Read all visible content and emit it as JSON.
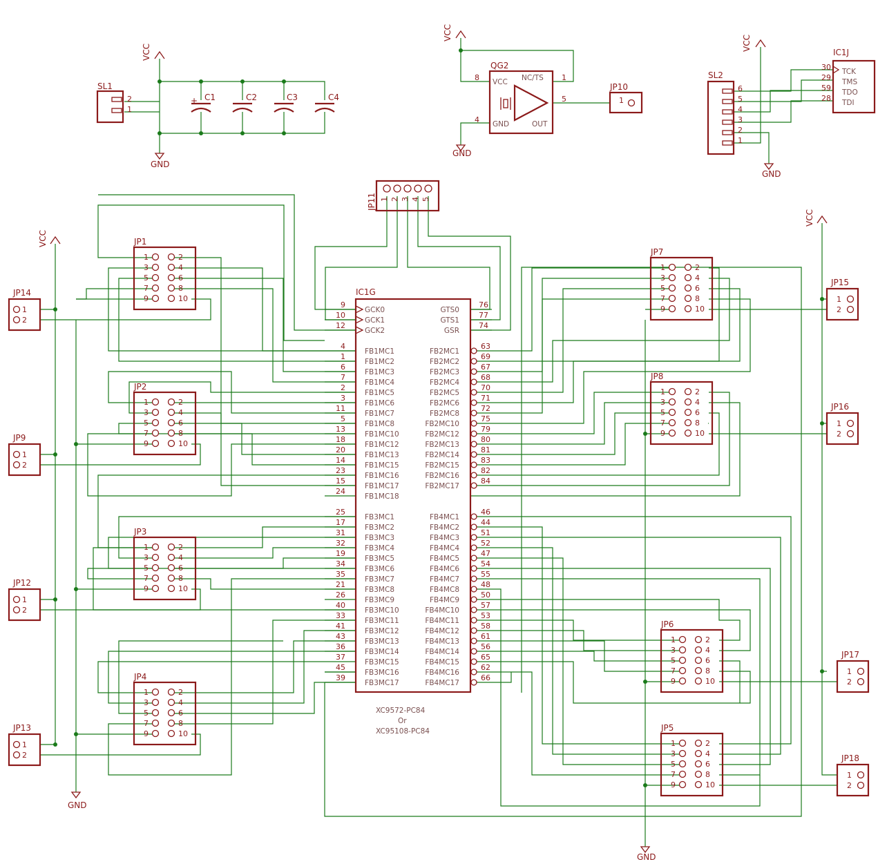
{
  "sl1": {
    "name": "SL1",
    "pins": [
      "2",
      "1"
    ]
  },
  "vcc_label": "VCC",
  "gnd_label": "GND",
  "caps": [
    "C1",
    "C2",
    "C3",
    "C4"
  ],
  "cap_plus": "+",
  "qg2": {
    "name": "QG2",
    "vcc": "VCC",
    "gnd": "GND",
    "ncts": "NC/TS",
    "out": "OUT",
    "pin8": "8",
    "pin4": "4",
    "pin1": "1",
    "pin5": "5"
  },
  "jp10": {
    "name": "JP10",
    "pin": "1"
  },
  "sl2": {
    "name": "SL2",
    "pins": [
      "6",
      "5",
      "4",
      "3",
      "2",
      "1"
    ]
  },
  "ic1j": {
    "name": "IC1J",
    "pins": [
      {
        "num": "30",
        "sig": "TCK"
      },
      {
        "num": "29",
        "sig": "TMS"
      },
      {
        "num": "59",
        "sig": "TDO"
      },
      {
        "num": "28",
        "sig": "TDI"
      }
    ]
  },
  "jp11": {
    "name": "JP11",
    "pins": [
      "1",
      "2",
      "3",
      "4",
      "5"
    ]
  },
  "ic1g": {
    "name": "IC1G",
    "part1": "XC9572-PC84",
    "or": "Or",
    "part2": "XC95108-PC84",
    "left_top": [
      {
        "num": "9",
        "sig": "GCK0"
      },
      {
        "num": "10",
        "sig": "GCK1"
      },
      {
        "num": "12",
        "sig": "GCK2"
      }
    ],
    "right_top": [
      {
        "num": "76",
        "sig": "GTS0"
      },
      {
        "num": "77",
        "sig": "GTS1"
      },
      {
        "num": "74",
        "sig": "GSR"
      }
    ],
    "fb1": [
      {
        "num": "4",
        "sig": "FB1MC1"
      },
      {
        "num": "1",
        "sig": "FB1MC2"
      },
      {
        "num": "6",
        "sig": "FB1MC3"
      },
      {
        "num": "7",
        "sig": "FB1MC4"
      },
      {
        "num": "2",
        "sig": "FB1MC5"
      },
      {
        "num": "3",
        "sig": "FB1MC6"
      },
      {
        "num": "11",
        "sig": "FB1MC7"
      },
      {
        "num": "5",
        "sig": "FB1MC8"
      },
      {
        "num": "13",
        "sig": "FB1MC10"
      },
      {
        "num": "18",
        "sig": "FB1MC12"
      },
      {
        "num": "20",
        "sig": "FB1MC13"
      },
      {
        "num": "14",
        "sig": "FB1MC15"
      },
      {
        "num": "23",
        "sig": "FB1MC16"
      },
      {
        "num": "15",
        "sig": "FB1MC17"
      },
      {
        "num": "24",
        "sig": "FB1MC18"
      }
    ],
    "fb2": [
      {
        "num": "63",
        "sig": "FB2MC1"
      },
      {
        "num": "69",
        "sig": "FB2MC2"
      },
      {
        "num": "67",
        "sig": "FB2MC3"
      },
      {
        "num": "68",
        "sig": "FB2MC4"
      },
      {
        "num": "70",
        "sig": "FB2MC5"
      },
      {
        "num": "71",
        "sig": "FB2MC6"
      },
      {
        "num": "72",
        "sig": "FB2MC8"
      },
      {
        "num": "75",
        "sig": "FB2MC10"
      },
      {
        "num": "79",
        "sig": "FB2MC12"
      },
      {
        "num": "80",
        "sig": "FB2MC13"
      },
      {
        "num": "81",
        "sig": "FB2MC14"
      },
      {
        "num": "83",
        "sig": "FB2MC15"
      },
      {
        "num": "82",
        "sig": "FB2MC16"
      },
      {
        "num": "84",
        "sig": "FB2MC17"
      }
    ],
    "fb3": [
      {
        "num": "25",
        "sig": "FB3MC1"
      },
      {
        "num": "17",
        "sig": "FB3MC2"
      },
      {
        "num": "31",
        "sig": "FB3MC3"
      },
      {
        "num": "32",
        "sig": "FB3MC4"
      },
      {
        "num": "19",
        "sig": "FB3MC5"
      },
      {
        "num": "34",
        "sig": "FB3MC6"
      },
      {
        "num": "35",
        "sig": "FB3MC7"
      },
      {
        "num": "21",
        "sig": "FB3MC8"
      },
      {
        "num": "26",
        "sig": "FB3MC9"
      },
      {
        "num": "40",
        "sig": "FB3MC10"
      },
      {
        "num": "33",
        "sig": "FB3MC11"
      },
      {
        "num": "41",
        "sig": "FB3MC12"
      },
      {
        "num": "43",
        "sig": "FB3MC13"
      },
      {
        "num": "36",
        "sig": "FB3MC14"
      },
      {
        "num": "37",
        "sig": "FB3MC15"
      },
      {
        "num": "45",
        "sig": "FB3MC16"
      },
      {
        "num": "39",
        "sig": "FB3MC17"
      }
    ],
    "fb4": [
      {
        "num": "46",
        "sig": "FB4MC1"
      },
      {
        "num": "44",
        "sig": "FB4MC2"
      },
      {
        "num": "51",
        "sig": "FB4MC3"
      },
      {
        "num": "52",
        "sig": "FB4MC4"
      },
      {
        "num": "47",
        "sig": "FB4MC5"
      },
      {
        "num": "54",
        "sig": "FB4MC6"
      },
      {
        "num": "55",
        "sig": "FB4MC7"
      },
      {
        "num": "48",
        "sig": "FB4MC8"
      },
      {
        "num": "50",
        "sig": "FB4MC9"
      },
      {
        "num": "57",
        "sig": "FB4MC10"
      },
      {
        "num": "53",
        "sig": "FB4MC11"
      },
      {
        "num": "58",
        "sig": "FB4MC12"
      },
      {
        "num": "61",
        "sig": "FB4MC13"
      },
      {
        "num": "56",
        "sig": "FB4MC14"
      },
      {
        "num": "65",
        "sig": "FB4MC15"
      },
      {
        "num": "62",
        "sig": "FB4MC16"
      },
      {
        "num": "66",
        "sig": "FB4MC17"
      }
    ]
  },
  "headers": [
    {
      "name": "JP1"
    },
    {
      "name": "JP2"
    },
    {
      "name": "JP3"
    },
    {
      "name": "JP4"
    },
    {
      "name": "JP7"
    },
    {
      "name": "JP8"
    },
    {
      "name": "JP6"
    },
    {
      "name": "JP5"
    }
  ],
  "header_pins": {
    "odd": [
      "1",
      "3",
      "5",
      "7",
      "9"
    ],
    "even": [
      "2",
      "4",
      "6",
      "8",
      "10"
    ]
  },
  "small_headers": [
    {
      "name": "JP14"
    },
    {
      "name": "JP9"
    },
    {
      "name": "JP12"
    },
    {
      "name": "JP13"
    },
    {
      "name": "JP15"
    },
    {
      "name": "JP16"
    },
    {
      "name": "JP17"
    },
    {
      "name": "JP18"
    }
  ],
  "small_pins": [
    "1",
    "2"
  ]
}
